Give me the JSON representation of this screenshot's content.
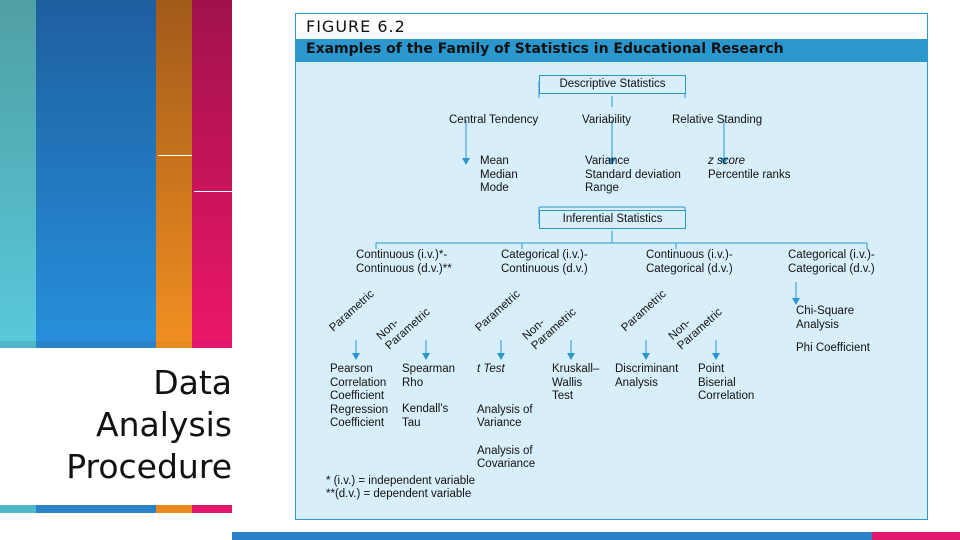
{
  "slide": {
    "title_lines": [
      "Data",
      "Analysis",
      "Procedure"
    ]
  },
  "colors": {
    "teal": "#4f9fa3",
    "blue": "#1d6bb2",
    "orange": "#e47d1e",
    "crimson": "#c0185a",
    "panel": "#d8eefa",
    "accent": "#2a98cf"
  },
  "figure": {
    "number": "FIGURE 6.2",
    "title": "Examples of the Family of Statistics in Educational Research",
    "descriptive": {
      "label": "Descriptive Statistics",
      "branches": [
        {
          "label": "Central Tendency",
          "items": [
            "Mean",
            "Median",
            "Mode"
          ]
        },
        {
          "label": "Variability",
          "items": [
            "Variance",
            "Standard deviation",
            "Range"
          ]
        },
        {
          "label": "Relative Standing",
          "items": [
            "z score",
            "Percentile ranks"
          ]
        }
      ]
    },
    "inferential": {
      "label": "Inferential Statistics",
      "groups": [
        {
          "line1": "Continuous (i.v.)*-",
          "line2": "Continuous (d.v.)**",
          "left": "Parametric",
          "right": "Non-Parametric",
          "left_items": [
            "Pearson",
            "Correlation",
            "Coefficient",
            "Regression",
            "Coefficient"
          ],
          "right_items": [
            "Spearman",
            "Rho",
            "Kendall's",
            "Tau"
          ]
        },
        {
          "line1": "Categorical (i.v.)-",
          "line2": "Continuous (d.v.)",
          "left": "Parametric",
          "right": "Non-Parametric",
          "left_items": [
            "t Test",
            "Analysis of",
            "Variance",
            "Analysis of",
            "Covariance"
          ],
          "right_items": [
            "Kruskall–",
            "Wallis",
            "Test"
          ]
        },
        {
          "line1": "Continuous (i.v.)-",
          "line2": "Categorical (d.v.)",
          "left": "Parametric",
          "right": "Non-Parametric",
          "left_items": [
            "Discriminant",
            "Analysis"
          ],
          "right_items": [
            "Point",
            "Biserial",
            "Correlation"
          ]
        },
        {
          "line1": "Categorical (i.v.)-",
          "line2": "Categorical (d.v.)",
          "items": [
            "Chi-Square",
            "Analysis",
            "Phi Coefficient"
          ]
        }
      ]
    },
    "footnotes": [
      "* (i.v.) = independent variable",
      "**(d.v.) = dependent variable"
    ]
  }
}
